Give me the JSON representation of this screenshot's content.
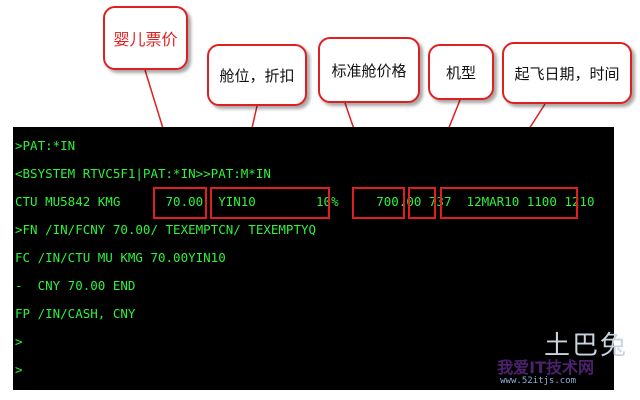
{
  "callouts": [
    {
      "label": "婴儿票价"
    },
    {
      "label": "舱位，折扣"
    },
    {
      "label": "标准舱价格"
    },
    {
      "label": "机型"
    },
    {
      "label": "起飞日期，时间"
    }
  ],
  "terminal": {
    "lines": [
      ">PAT:*IN",
      "<BSYSTEM RTVC5F1|PAT:*IN>>PAT:M*IN",
      "CTU MU5842 KMG      70.00  YIN10        10%     700.00 737  12MAR10 1100 1210",
      ">FN /IN/FCNY 70.00/ TEXEMPTCN/ TEXEMPTYQ",
      "FC /IN/CTU MU KMG 70.00YIN10",
      "-  CNY 70.00 END",
      "FP /IN/CASH, CNY",
      ">",
      ">"
    ]
  },
  "watermark": {
    "logo": "土巴兔",
    "text": "我爱IT技术网",
    "url": "www.52itjs.com"
  },
  "colors": {
    "terminal_bg": "#000000",
    "terminal_text": "#2ef23a",
    "highlight": "#e02020"
  }
}
